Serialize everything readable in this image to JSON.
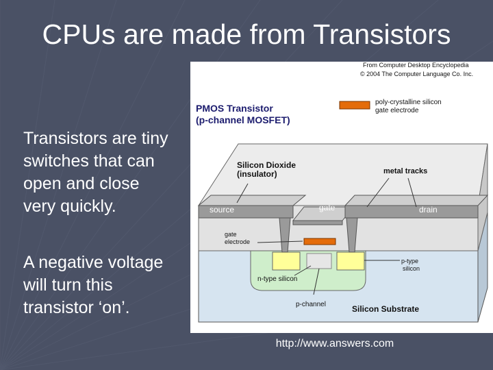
{
  "slide": {
    "title": "CPUs are made from Transistors",
    "paragraph_1": [
      "Transistors are tiny",
      "switches that can",
      "open and close",
      "very quickly."
    ],
    "paragraph_2": [
      "A negative voltage",
      "will turn this",
      "transistor ‘on’."
    ],
    "caption": "http://www.answers.com"
  },
  "diagram": {
    "source_line_1": "From Computer Desktop Encyclopedia",
    "source_line_2": "© 2004 The Computer Language Co. Inc.",
    "heading_line_1": "PMOS Transistor",
    "heading_line_2": "(p-channel MOSFET)",
    "legend_line_1": "poly-crystalline silicon",
    "legend_line_2": "gate electrode",
    "oxide_line_1": "Silicon Dioxide",
    "oxide_line_2": "(insulator)",
    "metal_tracks": "metal tracks",
    "source": "source",
    "gate": "gate",
    "drain": "drain",
    "gate_electrode_line_1": "gate",
    "gate_electrode_line_2": "electrode",
    "ptype_line_1": "p-type",
    "ptype_line_2": "silicon",
    "ntype": "n-type silicon",
    "pchannel": "p-channel",
    "substrate": "Silicon Substrate"
  },
  "colors": {
    "background": "#4a5165",
    "metal": "#a8a8a8",
    "oxide": "#e4e4e4",
    "substrate": "#d6e4f0",
    "ntype": "#cfeecb",
    "ptype": "#ffff99",
    "poly": "#e46c0a"
  }
}
